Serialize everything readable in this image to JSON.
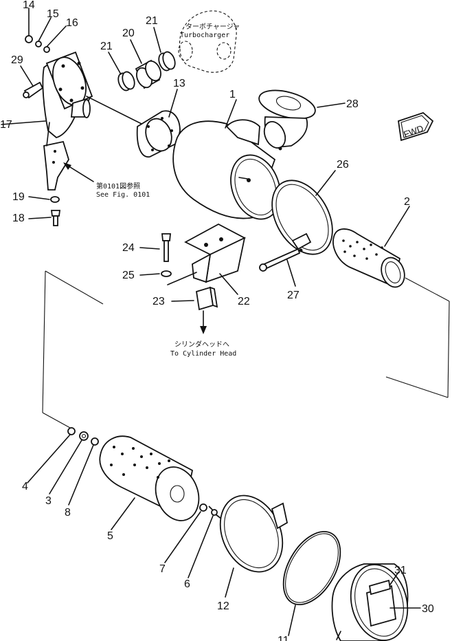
{
  "callouts": [
    "14",
    "15",
    "16",
    "29",
    "17",
    "19",
    "18",
    "21",
    "20",
    "21",
    "13",
    "1",
    "28",
    "FWD",
    "26",
    "2",
    "24",
    "25",
    "22",
    "23",
    "27",
    "4",
    "3",
    "8",
    "5",
    "7",
    "6",
    "12",
    "11",
    "31",
    "30"
  ],
  "notes": {
    "turbo_jp": "ターボチャージャ",
    "turbo_en": "Turbocharger",
    "see_fig_jp": "第0101図参照",
    "see_fig_en": "See Fig. 0101",
    "cyl_jp": "シリンダヘッドへ",
    "cyl_en": "To Cylinder Head"
  }
}
